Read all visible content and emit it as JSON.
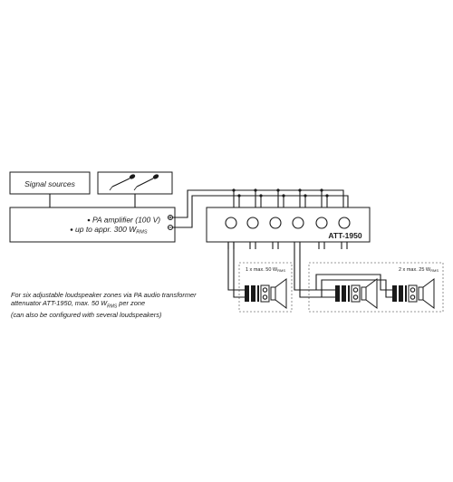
{
  "signal_sources_label": "Signal sources",
  "amplifier": {
    "line1": "PA amplifier (100 V)",
    "line2_prefix": "up to appr. 300 W",
    "line2_sub": "RMS"
  },
  "attenuator_label": "ATT-1950",
  "zone_1": {
    "prefix": "1 x max. 50 W",
    "sub": "RMS"
  },
  "zone_2": {
    "prefix": "2 x max. 25 W",
    "sub": "RMS"
  },
  "caption": {
    "line1": "For six adjustable loudspeaker zones via PA audio transformer",
    "line2": "attenuator ATT-1950, max. 50 W",
    "line2_sub": "RMS",
    "line2_suffix": " per zone",
    "line3": "(can also be configured with several loudspeakers)"
  }
}
